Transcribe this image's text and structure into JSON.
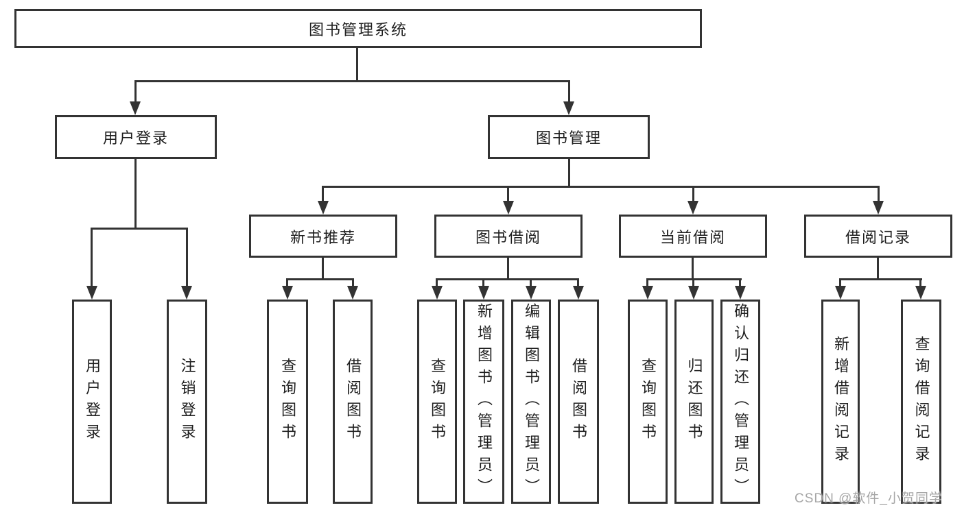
{
  "diagram": {
    "type": "hierarchy-tree",
    "root": "图书管理系统",
    "level2": {
      "user_login": "用户登录",
      "book_mgmt": "图书管理"
    },
    "level3": {
      "new_book": "新书推荐",
      "book_borrow": "图书借阅",
      "current_borrow": "当前借阅",
      "borrow_record": "借阅记录"
    },
    "leaves": {
      "user_login": [
        "用户登录",
        "注销登录"
      ],
      "new_book": [
        "查询图书",
        "借阅图书"
      ],
      "book_borrow": [
        "查询图书",
        "新增图书（管理员）",
        "编辑图书（管理员）",
        "借阅图书"
      ],
      "current_borrow": [
        "查询图书",
        "归还图书",
        "确认归还（管理员）"
      ],
      "borrow_record": [
        "新增借阅记录",
        "查询借阅记录"
      ]
    }
  },
  "watermark": {
    "text": "CSDN @软件_小贺同学"
  },
  "colors": {
    "line": "#333333",
    "background": "#ffffff",
    "text": "#1f1f1f",
    "watermark": "#a6a6a6"
  }
}
